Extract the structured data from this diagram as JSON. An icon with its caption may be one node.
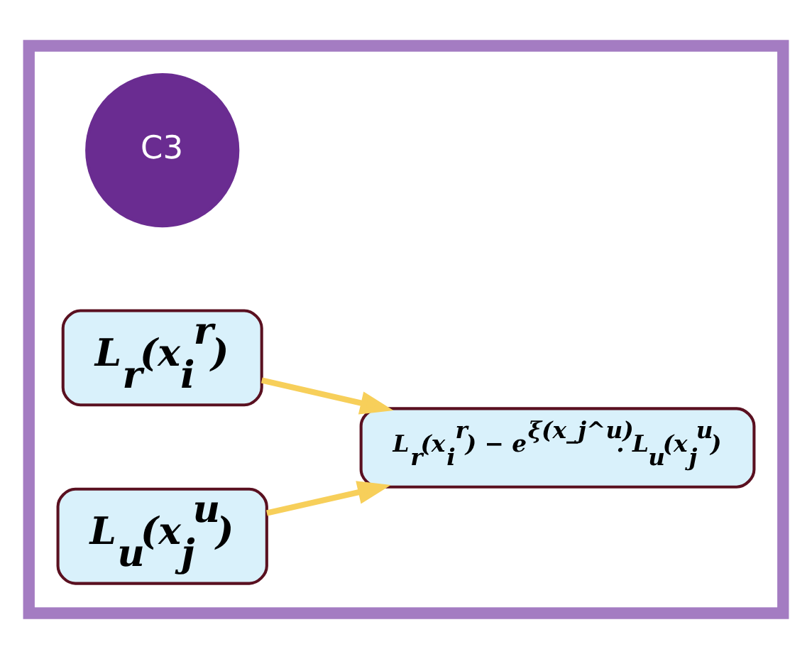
{
  "diagram": {
    "nodes": [
      {
        "text": [],
        "shape": "box"
      },
      {
        "text": [
          "C3"
        ],
        "in": 0
      },
      {
        "text": [
          "L$_{r}$(x$_{i}$$^{r}$)"
        ],
        "in": 0
      },
      {
        "text": [
          "L$_{u}$(x$_{j}$$^{u}$)"
        ],
        "in": 0
      },
      {
        "text": [
          "L$_{r}$(x$_{i}$$^{r}$) − e$^{ξ(x_j^u)}$. L$_{u}$(x$_{j}$$^{u}$)"
        ],
        "in": 0
      }
    ],
    "edges": [
      {
        "from": 2,
        "to": 4,
        "arrow": "to",
        "color": "#f7cf5a"
      },
      {
        "from": 3,
        "to": 4,
        "arrow": "to",
        "color": "#f7cf5a"
      }
    ]
  }
}
